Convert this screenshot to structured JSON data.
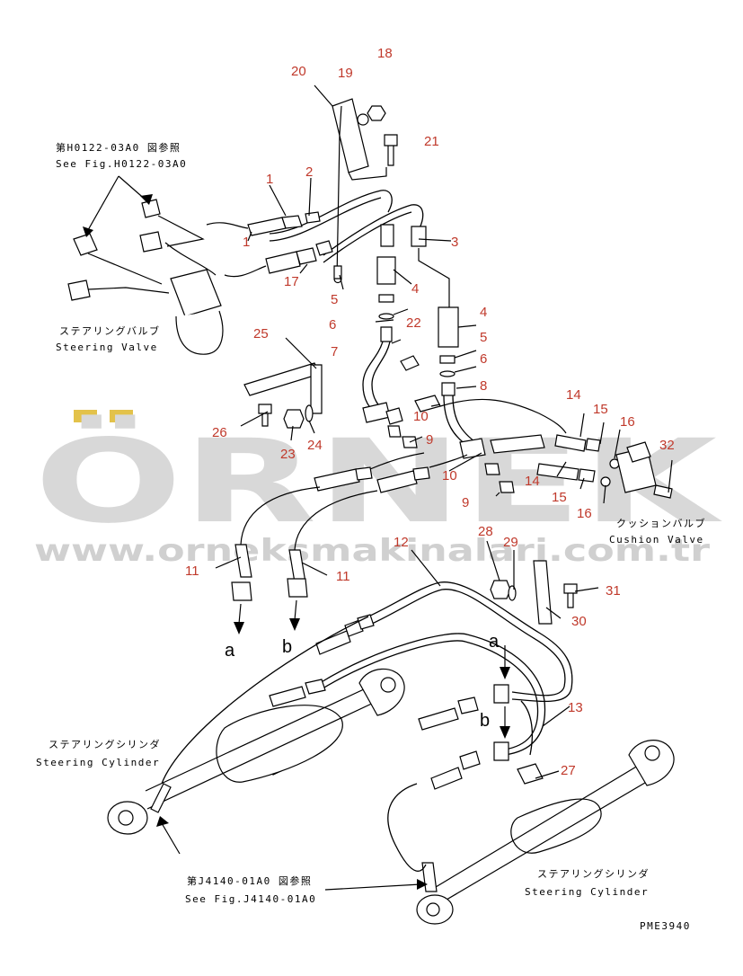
{
  "watermark": {
    "brand": "ÖRNEK",
    "url": "www.orneksmakinalari.com.tr",
    "color": "#d8d8d8",
    "dots_color": "#e3c24a"
  },
  "references": {
    "top_jp": "第H0122-03A0 図参照",
    "top_en": "See Fig.H0122-03A0",
    "bottom_jp": "第J4140-01A0 図参照",
    "bottom_en": "See Fig.J4140-01A0"
  },
  "captions": {
    "steering_valve_jp": "ステアリングバルブ",
    "steering_valve_en": "Steering Valve",
    "cushion_valve_jp": "クッションバルブ",
    "cushion_valve_en": "Cushion Valve",
    "cyl_left_jp": "ステアリングシリンダ",
    "cyl_left_en": "Steering Cylinder",
    "cyl_right_jp": "ステアリングシリンダ",
    "cyl_right_en": "Steering Cylinder"
  },
  "drawing_code": "PME3940",
  "callouts": [
    "20",
    "19",
    "18",
    "21",
    "1",
    "2",
    "1",
    "3",
    "17",
    "5",
    "4",
    "4",
    "6",
    "22",
    "7",
    "5",
    "6",
    "8",
    "25",
    "10",
    "14",
    "15",
    "16",
    "32",
    "26",
    "23",
    "24",
    "9",
    "10",
    "14",
    "15",
    "16",
    "9",
    "12",
    "28",
    "29",
    "31",
    "30",
    "11",
    "11",
    "13",
    "27"
  ],
  "flow_letters": [
    "a",
    "b",
    "a",
    "b"
  ],
  "colors": {
    "callout": "#c0392b",
    "line": "#000000"
  }
}
